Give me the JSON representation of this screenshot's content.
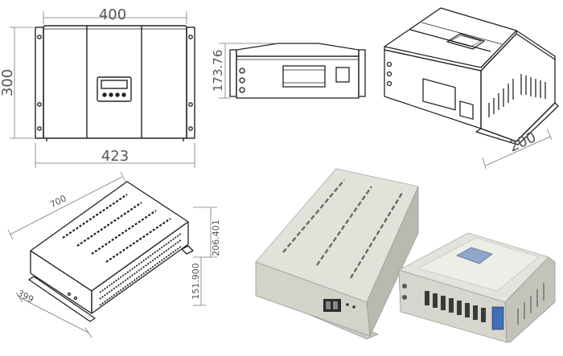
{
  "dimensions": {
    "front_width": "400",
    "front_height": "300",
    "front_base_width": "423",
    "side_height": "173.76",
    "iso_depth": "200",
    "box_length": "700",
    "box_width": "399",
    "box_height_upper": "206.401",
    "box_height_lower": "151.900"
  },
  "colors": {
    "line": "#222222",
    "dim_line": "#777777",
    "dim_text": "#555555",
    "photo_body": "#dcdcd4",
    "photo_shadow": "#b7b7ae",
    "lcd": "#8fa6c8"
  },
  "icons": [
    "front-view-drawing",
    "side-view-drawing",
    "iso-controller-drawing",
    "iso-box-drawing",
    "photo-box-unit",
    "photo-controller-unit"
  ]
}
